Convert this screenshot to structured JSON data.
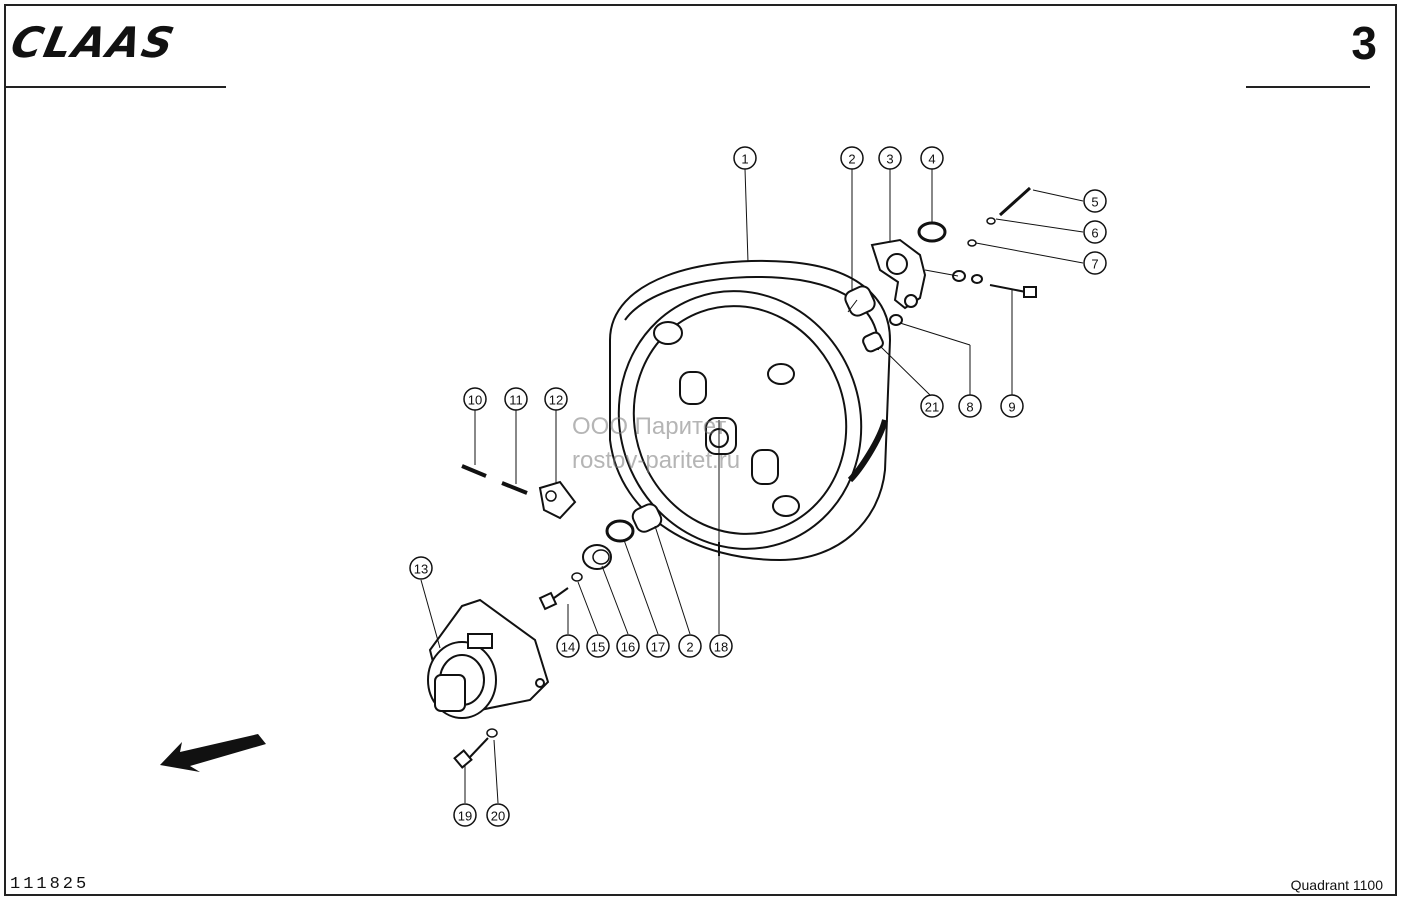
{
  "header": {
    "brand": "CLAAS",
    "page_number": "3"
  },
  "footer": {
    "drawing_code": "111825",
    "model": "Quadrant 1100"
  },
  "watermark": {
    "line1": "ООО Паритет",
    "line2": "rostov-paritet.ru"
  },
  "callouts": [
    "1",
    "2",
    "3",
    "4",
    "5",
    "6",
    "7",
    "21",
    "8",
    "9",
    "10",
    "11",
    "12",
    "13",
    "14",
    "15",
    "16",
    "17",
    "2",
    "18",
    "19",
    "20"
  ],
  "colors": {
    "ink": "#111111",
    "paper": "#ffffff"
  }
}
